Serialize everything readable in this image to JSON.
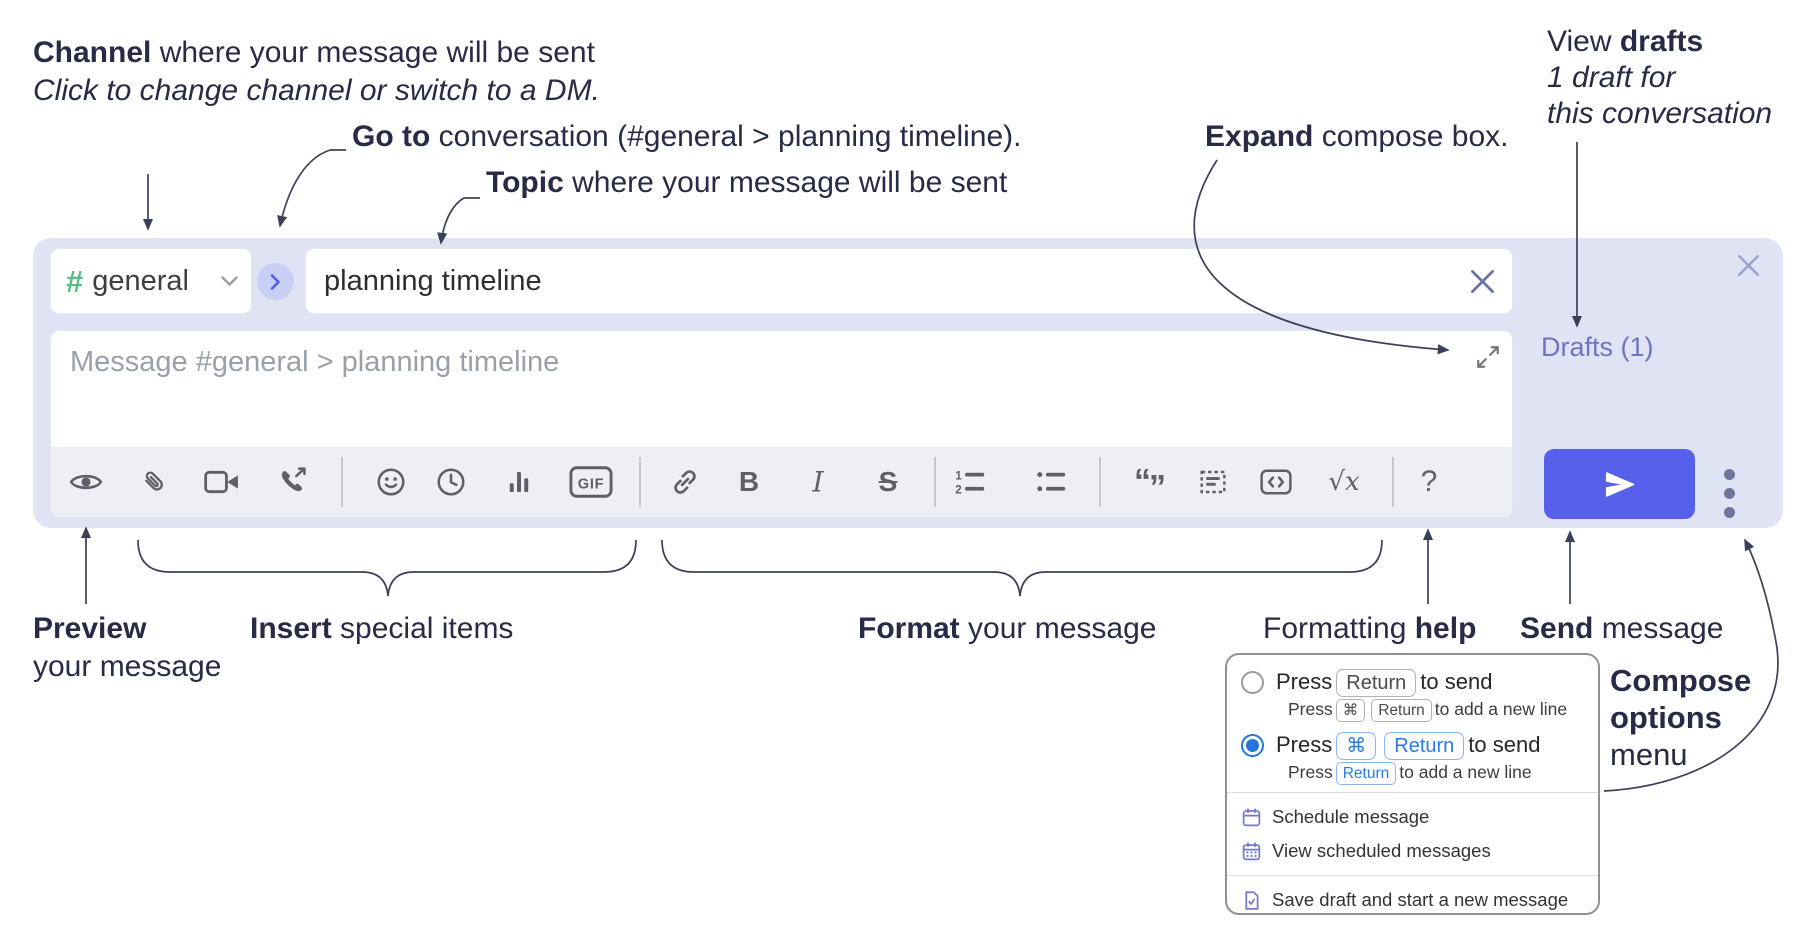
{
  "annotations": {
    "channel_line1_bold": "Channel",
    "channel_line1_rest": " where your message will be sent",
    "channel_line2": "Click to change channel or switch to a DM.",
    "goto_bold": "Go to",
    "goto_rest": " conversation (#general > planning timeline).",
    "topic_bold": "Topic",
    "topic_rest": " where your message will be sent",
    "expand_bold": "Expand",
    "expand_rest": " compose box.",
    "drafts_line1_pre": "View ",
    "drafts_line1_bold": "drafts",
    "drafts_line2": "1 draft for",
    "drafts_line3": "this conversation",
    "preview_bold": "Preview",
    "preview_line2": "your message",
    "insert_bold": "Insert",
    "insert_rest": " special items",
    "format_bold": "Format",
    "format_rest": " your message",
    "help_pre": "Formatting ",
    "help_bold": "help",
    "send_bold": "Send",
    "send_rest": " message",
    "compose_line1": "Compose",
    "compose_line2": "options",
    "compose_line3": "menu"
  },
  "compose": {
    "channel_hash": "#",
    "channel_name": "general",
    "topic_value": "planning timeline",
    "message_placeholder": "Message #general > planning timeline",
    "drafts_link": "Drafts (1)",
    "toolbar_icons": [
      "preview-eye",
      "attach-paperclip",
      "start-video-call",
      "start-audio-call",
      "emoji",
      "add-global-time",
      "add-poll",
      "add-gif",
      "link",
      "bold",
      "italic",
      "strikethrough",
      "numbered-list",
      "bulleted-list",
      "quote",
      "spoiler",
      "code",
      "math",
      "message-formatting-help"
    ],
    "toolbar_glyphs": {
      "bold": "B",
      "italic": "I",
      "strike": "S",
      "gif": "GIF",
      "quote_open": "“",
      "quote_close": "”",
      "math": "√x",
      "help": "?",
      "ol_1": "1",
      "ol_2": "2"
    }
  },
  "popup": {
    "option1": {
      "pre": "Press",
      "key": "Return",
      "post": "to send",
      "sub_pre": "Press",
      "sub_key1": "⌘",
      "sub_key2": "Return",
      "sub_post": "to add a new line",
      "selected": false
    },
    "option2": {
      "pre": "Press",
      "key1": "⌘",
      "key2": "Return",
      "post": "to send",
      "sub_pre": "Press",
      "sub_key": "Return",
      "sub_post": "to add a new line",
      "selected": true
    },
    "items": [
      {
        "icon": "calendar-icon",
        "label": "Schedule message"
      },
      {
        "icon": "calendar-grid-icon",
        "label": "View scheduled messages"
      },
      {
        "icon": "draft-check-icon",
        "label": "Save draft and start a new message"
      }
    ]
  },
  "colors": {
    "compose_background": "#dfe3f3",
    "send_button": "#5660ea",
    "drafts_link": "#6e73c4",
    "hash_green": "#57bd85",
    "goto_circle": "#c7d0f4",
    "goto_chevron": "#4a5fe8",
    "toolbar_icon_gray": "#5d6066",
    "annotation_navy": "#272b45",
    "kbd_blue": "#2c7be0",
    "radio_selected_blue": "#2574dc",
    "menu_icon_purple": "#7478cf",
    "close_x_purple": "#9aa2d2"
  }
}
